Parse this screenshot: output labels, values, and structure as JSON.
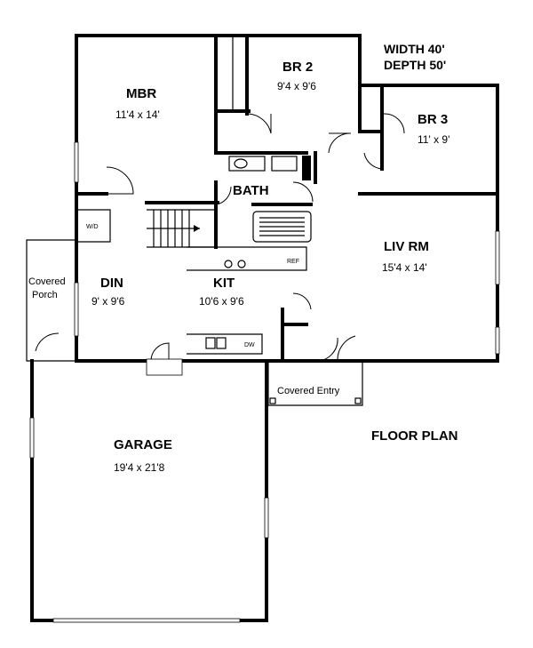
{
  "header": {
    "width": "WIDTH 40'",
    "depth": "DEPTH 50'"
  },
  "rooms": {
    "mbr": {
      "name": "MBR",
      "size": "11'4 x 14'"
    },
    "br2": {
      "name": "BR 2",
      "size": "9'4 x 9'6"
    },
    "br3": {
      "name": "BR 3",
      "size": "11' x 9'"
    },
    "bath": {
      "name": "BATH"
    },
    "liv": {
      "name": "LIV RM",
      "size": "15'4 x 14'"
    },
    "din": {
      "name": "DIN",
      "size": "9' x 9'6"
    },
    "kit": {
      "name": "KIT",
      "size": "10'6 x 9'6"
    },
    "garage": {
      "name": "GARAGE",
      "size": "19'4 x 21'8"
    }
  },
  "labels": {
    "covered_porch_1": "Covered",
    "covered_porch_2": "Porch",
    "covered_entry": "Covered Entry",
    "floor_plan": "FLOOR PLAN",
    "wd": "W/D",
    "ref": "REF",
    "dw": "DW"
  }
}
